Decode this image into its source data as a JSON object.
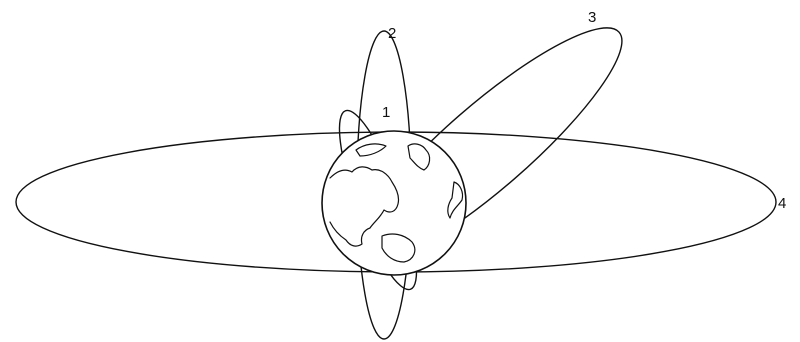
{
  "diagram": {
    "orbits": [
      {
        "label": "1"
      },
      {
        "label": "2"
      },
      {
        "label": "3"
      },
      {
        "label": "4"
      }
    ]
  }
}
